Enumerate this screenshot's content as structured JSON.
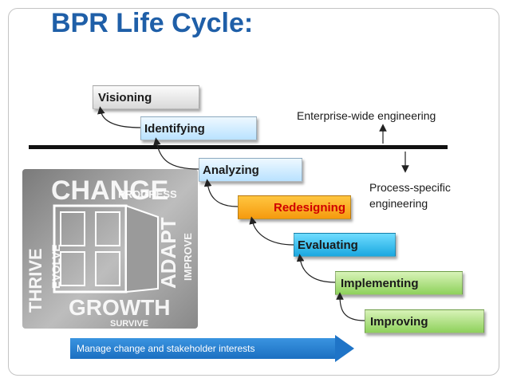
{
  "title": "BPR Life Cycle:",
  "stages": [
    {
      "label": "Visioning",
      "style": "gray"
    },
    {
      "label": "Identifying",
      "style": "blue"
    },
    {
      "label": "Analyzing",
      "style": "blue"
    },
    {
      "label": "Redesigning",
      "style": "orange"
    },
    {
      "label": "Evaluating",
      "style": "cyan"
    },
    {
      "label": "Implementing",
      "style": "green"
    },
    {
      "label": "Improving",
      "style": "green"
    }
  ],
  "annotations": {
    "enterprise": "Enterprise-wide engineering",
    "process_line1": "Process-specific",
    "process_line2": "engineering"
  },
  "word_cloud": [
    "CHANGE",
    "PROGRESS",
    "GROWTH",
    "ADAPT",
    "IMPROVE",
    "SURVIVE",
    "EVOLVE",
    "THRIVE"
  ],
  "banner": "Manage change and stakeholder interests",
  "colors": {
    "title": "#1f5fa8",
    "redesigning_text": "#d00000",
    "banner": "#1f74c7"
  }
}
